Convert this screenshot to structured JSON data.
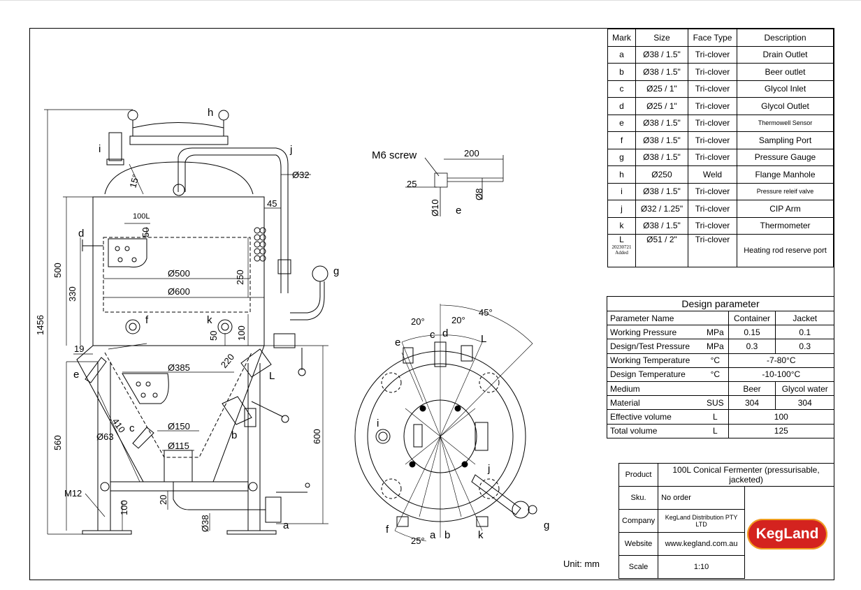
{
  "spec_table": {
    "headers": [
      "Mark",
      "Size",
      "Face Type",
      "Description"
    ],
    "rows": [
      {
        "mark": "a",
        "size": "Ø38 / 1.5\"",
        "face": "Tri-clover",
        "desc": "Drain Outlet"
      },
      {
        "mark": "b",
        "size": "Ø38 / 1.5\"",
        "face": "Tri-clover",
        "desc": "Beer outlet"
      },
      {
        "mark": "c",
        "size": "Ø25 / 1\"",
        "face": "Tri-clover",
        "desc": "Glycol Inlet"
      },
      {
        "mark": "d",
        "size": "Ø25 / 1\"",
        "face": "Tri-clover",
        "desc": "Glycol Outlet"
      },
      {
        "mark": "e",
        "size": "Ø38 / 1.5\"",
        "face": "Tri-clover",
        "desc": "Thermowell Sensor"
      },
      {
        "mark": "f",
        "size": "Ø38 / 1.5\"",
        "face": "Tri-clover",
        "desc": "Sampling Port"
      },
      {
        "mark": "g",
        "size": "Ø38 / 1.5\"",
        "face": "Tri-clover",
        "desc": "Pressure Gauge"
      },
      {
        "mark": "h",
        "size": "Ø250",
        "face": "Weld",
        "desc": "Flange Manhole"
      },
      {
        "mark": "i",
        "size": "Ø38 / 1.5\"",
        "face": "Tri-clover",
        "desc": "Pressure releif valve"
      },
      {
        "mark": "j",
        "size": "Ø32 / 1.25\"",
        "face": "Tri-clover",
        "desc": "CIP Arm"
      },
      {
        "mark": "k",
        "size": "Ø38 / 1.5\"",
        "face": "Tri-clover",
        "desc": "Thermometer"
      }
    ],
    "last_row": {
      "mark": "L",
      "note_date": "20230721",
      "note_added": "Added",
      "size": "Ø51 / 2\"",
      "face": "Tri-clover",
      "desc": "Heating rod reserve port"
    }
  },
  "design": {
    "title": "Design parameter",
    "headers": {
      "name": "Parameter Name",
      "container": "Container",
      "jacket": "Jacket"
    },
    "working_pressure": {
      "name": "Working Pressure",
      "unit": "MPa",
      "container": "0.15",
      "jacket": "0.1"
    },
    "test_pressure": {
      "name": "Design/Test Pressure",
      "unit": "MPa",
      "container": "0.3",
      "jacket": "0.3"
    },
    "working_temp": {
      "name": "Working Temperature",
      "unit": "°C",
      "value": "-7-80°C"
    },
    "design_temp": {
      "name": "Design Temperature",
      "unit": "°C",
      "value": "-10-100°C"
    },
    "medium": {
      "name": "Medium",
      "container": "Beer",
      "jacket": "Glycol water"
    },
    "material": {
      "name": "Material",
      "unit": "SUS",
      "container": "304",
      "jacket": "304"
    },
    "effective_volume": {
      "name": "Effective volume",
      "unit": "L",
      "value": "100"
    },
    "total_volume": {
      "name": "Total volume",
      "unit": "L",
      "value": "125"
    }
  },
  "product": {
    "product_label": "Product",
    "product_value": "100L Conical Fermenter (pressurisable, jacketed)",
    "sku_label": "Sku.",
    "sku_value": "No order",
    "company_label": "Company",
    "company_value": "KegLand Distribution PTY LTD",
    "website_label": "Website",
    "website_value": "www.kegland.com.au",
    "scale_label": "Scale",
    "scale_value": "1:10",
    "logo_text": "KegLand"
  },
  "unit_text": "Unit: mm",
  "drawing": {
    "dims": {
      "total_height": "1456",
      "upper_500": "500",
      "upper_330": "330",
      "lower_560": "560",
      "lower_600": "600",
      "d500": "Ø500",
      "d600": "Ø600",
      "d385": "Ø385",
      "d150": "Ø150",
      "d115": "Ø115",
      "d63": "Ø63",
      "d32": "Ø32",
      "d38": "Ø38",
      "d8": "Ø8",
      "d10": "Ø10",
      "v250": "250",
      "v100": "100",
      "v50a": "50",
      "v50b": "50",
      "v45": "45",
      "v19": "19",
      "v220": "220",
      "v410": "410",
      "v20": "20",
      "v100b": "100",
      "screw": "M6 screw",
      "s200": "200",
      "s25": "25",
      "m12": "M12",
      "l100": "100L",
      "ang15": "15°",
      "ang20a": "20°",
      "ang20b": "20°",
      "ang45": "45°",
      "ang25": "25°"
    },
    "marks": {
      "a": "a",
      "b": "b",
      "c": "c",
      "d": "d",
      "e": "e",
      "f": "f",
      "g": "g",
      "h": "h",
      "i": "i",
      "j": "j",
      "k": "k",
      "L": "L"
    }
  },
  "colors": {
    "logo_bg": "#d4231f",
    "logo_ring": "#f0a020"
  }
}
